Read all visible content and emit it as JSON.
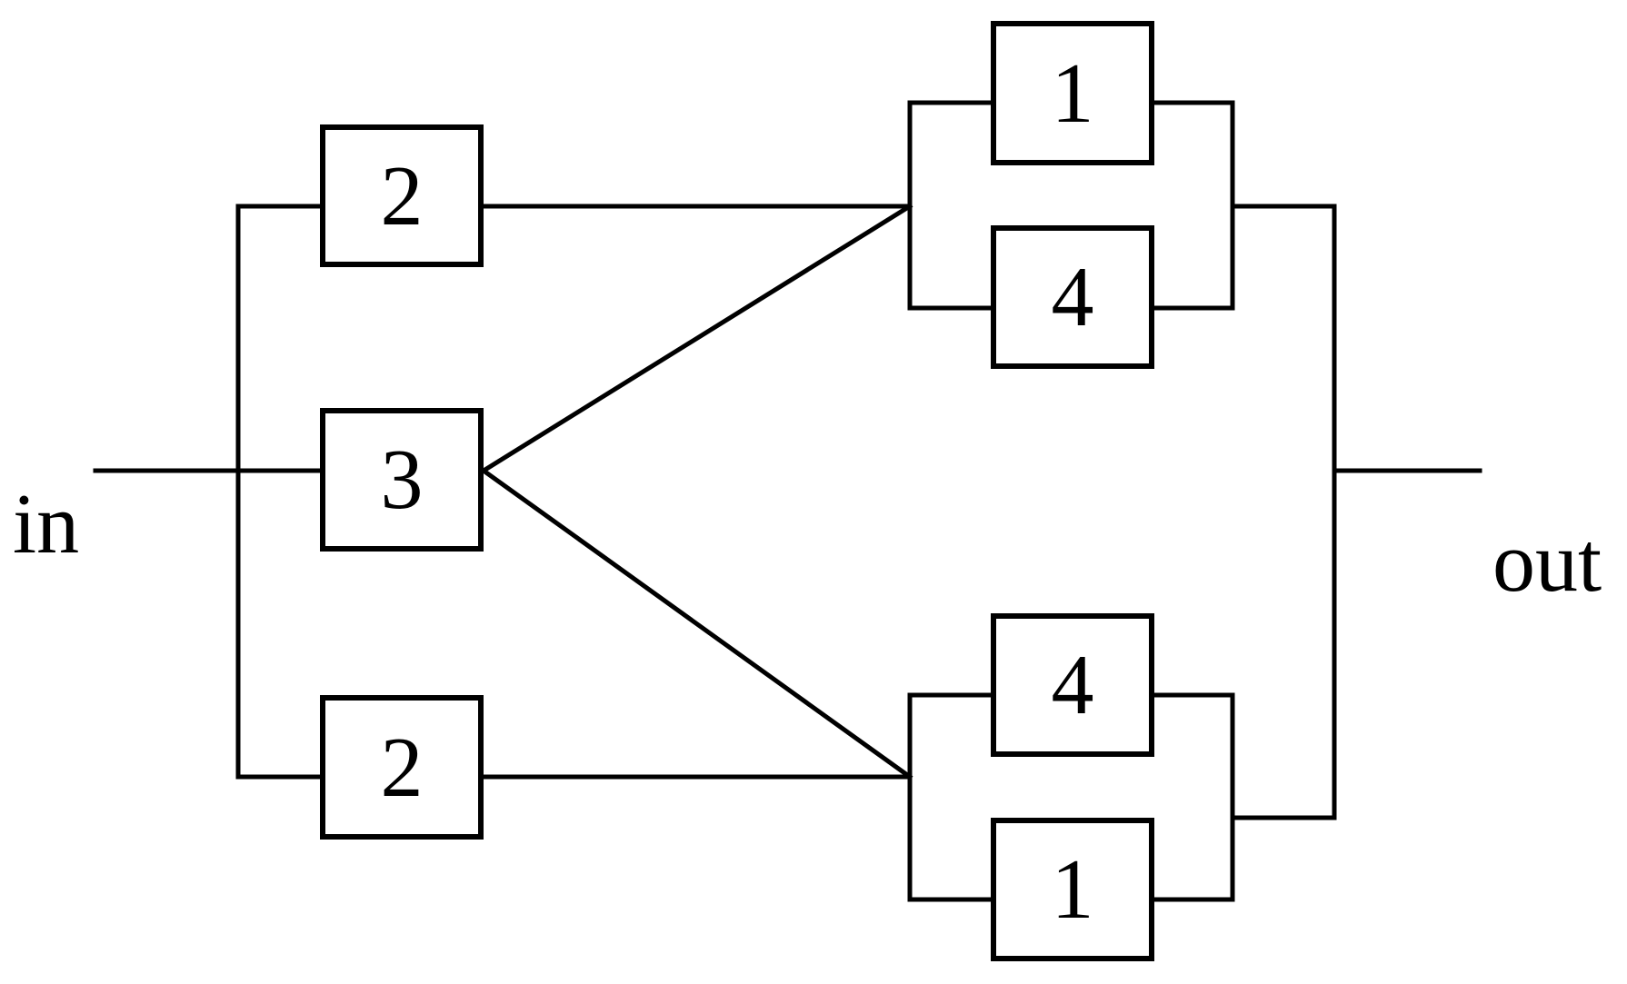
{
  "diagram": {
    "type": "reliability-block-diagram",
    "background_color": "#ffffff",
    "line_color": "#000000",
    "terminals": {
      "input_label": "in",
      "output_label": "out"
    },
    "blocks": [
      {
        "id": "block-2-top",
        "label": "2"
      },
      {
        "id": "block-3-middle",
        "label": "3"
      },
      {
        "id": "block-2-bottom",
        "label": "2"
      },
      {
        "id": "block-1-upper",
        "label": "1"
      },
      {
        "id": "block-4-upper",
        "label": "4"
      },
      {
        "id": "block-4-lower",
        "label": "4"
      },
      {
        "id": "block-1-lower",
        "label": "1"
      }
    ],
    "groups": [
      {
        "id": "upper-parallel-group",
        "blocks": [
          "block-1-upper",
          "block-4-upper"
        ]
      },
      {
        "id": "lower-parallel-group",
        "blocks": [
          "block-4-lower",
          "block-1-lower"
        ]
      }
    ],
    "connections": [
      {
        "from": "in",
        "to": [
          "block-2-top",
          "block-3-middle",
          "block-2-bottom"
        ]
      },
      {
        "from": "block-2-top",
        "to": [
          "upper-parallel-group"
        ]
      },
      {
        "from": "block-3-middle",
        "to": [
          "upper-parallel-group",
          "lower-parallel-group"
        ]
      },
      {
        "from": "block-2-bottom",
        "to": [
          "lower-parallel-group"
        ]
      },
      {
        "from": "upper-parallel-group",
        "to": [
          "out"
        ]
      },
      {
        "from": "lower-parallel-group",
        "to": [
          "out"
        ]
      }
    ]
  }
}
